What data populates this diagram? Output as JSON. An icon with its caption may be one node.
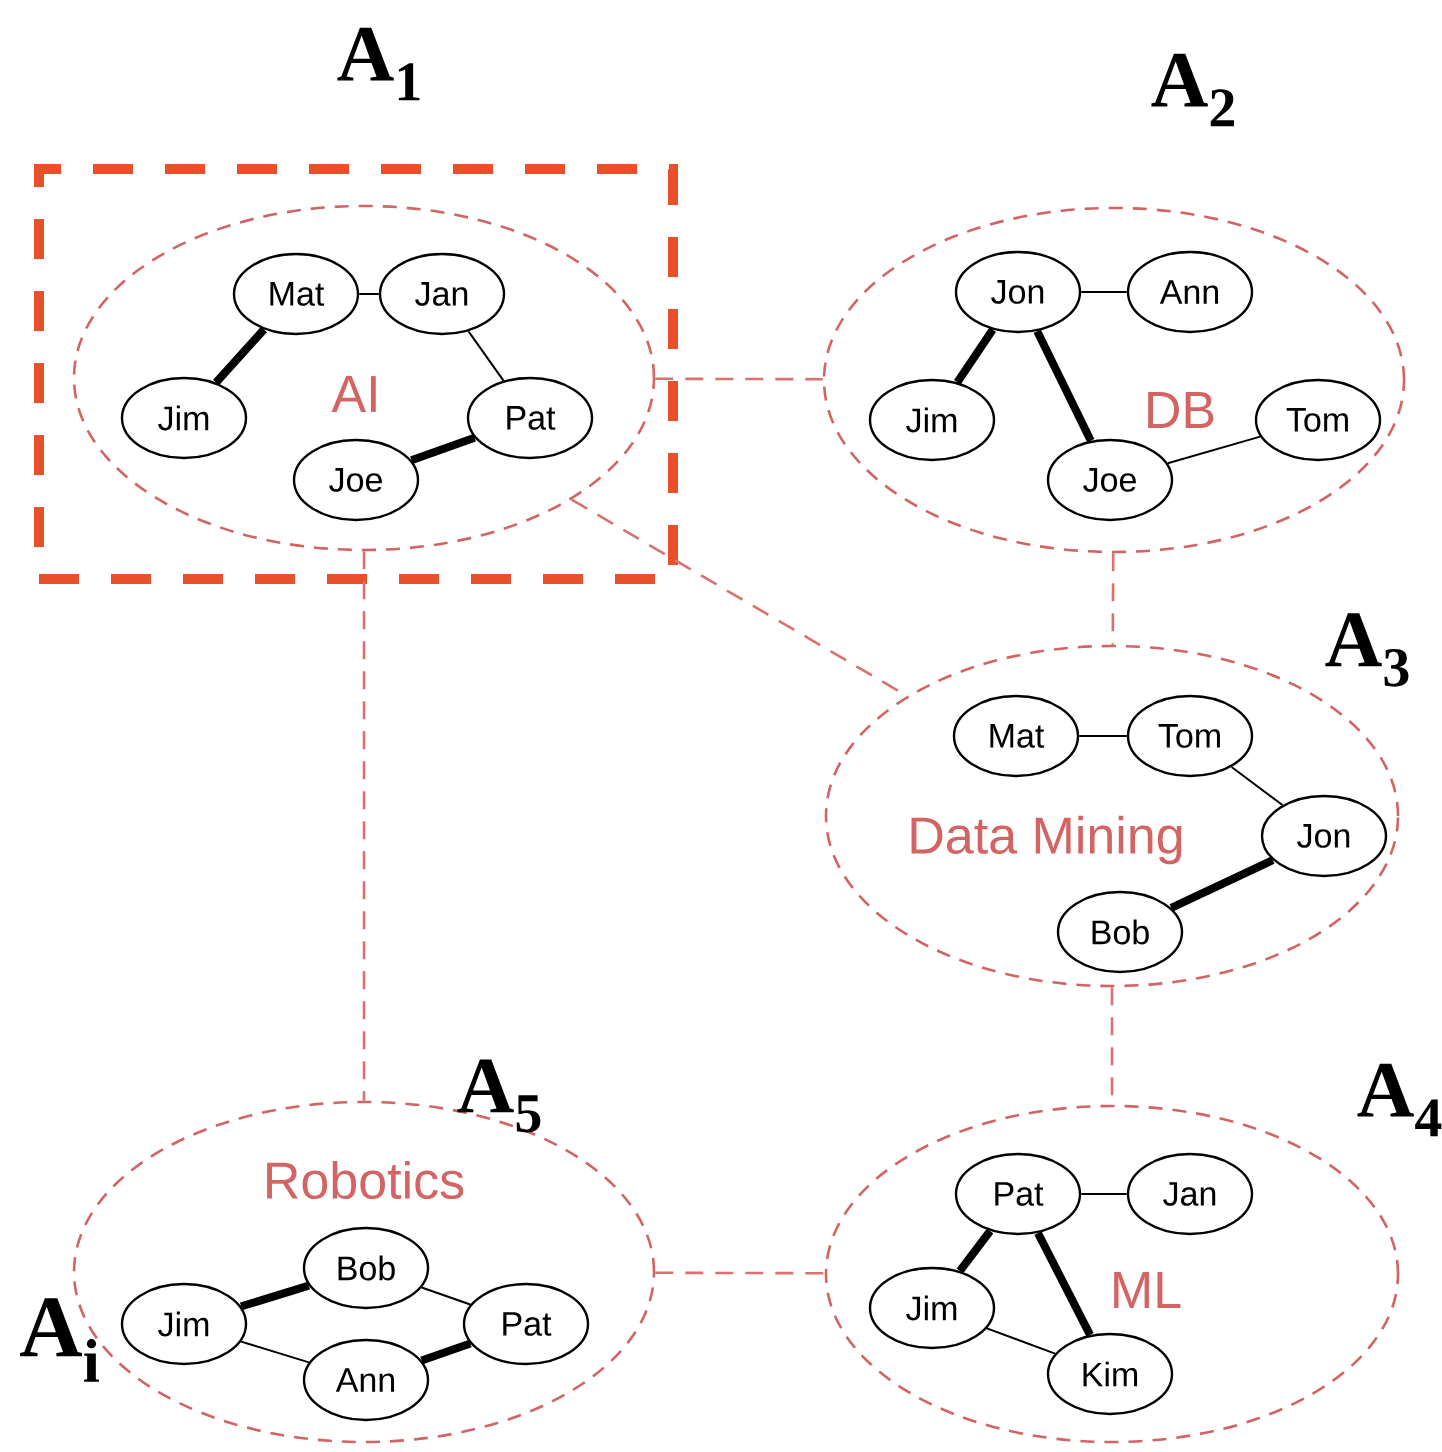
{
  "diagram": {
    "nodes": [
      {
        "text": [],
        "shape": "box"
      },
      {
        "text": [
          "AI"
        ],
        "in": 0,
        "beside": [
          "A$_{1}$"
        ]
      },
      {
        "text": [
          "Mat"
        ],
        "in": 1
      },
      {
        "text": [
          "Jan"
        ],
        "in": 1
      },
      {
        "text": [
          "Jim"
        ],
        "in": 1
      },
      {
        "text": [
          "Pat"
        ],
        "in": 1
      },
      {
        "text": [
          "Joe"
        ],
        "in": 1
      },
      {
        "text": [
          "DB"
        ],
        "beside": [
          "A$_{2}$"
        ]
      },
      {
        "text": [
          "Jon"
        ],
        "in": 7
      },
      {
        "text": [
          "Ann"
        ],
        "in": 7
      },
      {
        "text": [
          "Jim"
        ],
        "in": 7
      },
      {
        "text": [
          "Tom"
        ],
        "in": 7
      },
      {
        "text": [
          "Joe"
        ],
        "in": 7
      },
      {
        "text": [
          "Data Mining"
        ],
        "beside": [
          "A$_{3}$"
        ]
      },
      {
        "text": [
          "Mat"
        ],
        "in": 13
      },
      {
        "text": [
          "Tom"
        ],
        "in": 13
      },
      {
        "text": [
          "Jon"
        ],
        "in": 13
      },
      {
        "text": [
          "Bob"
        ],
        "in": 13
      },
      {
        "text": [
          "Robotics"
        ],
        "beside": [
          "A$_{5}$"
        ]
      },
      {
        "text": [
          "Bob"
        ],
        "in": 18
      },
      {
        "text": [
          "Jim"
        ],
        "in": 18
      },
      {
        "text": [
          "Pat"
        ],
        "in": 18
      },
      {
        "text": [
          "Ann"
        ],
        "in": 18
      },
      {
        "text": [
          "ML"
        ],
        "beside": [
          "A$_{4}$"
        ]
      },
      {
        "text": [
          "Pat"
        ],
        "in": 23
      },
      {
        "text": [
          "Jan"
        ],
        "in": 23
      },
      {
        "text": [
          "Jim"
        ],
        "in": 23
      },
      {
        "text": [
          "Kim"
        ],
        "in": 23
      }
    ],
    "edges": [
      {
        "from": 2,
        "to": 3,
        "arrow": "none"
      },
      {
        "from": 2,
        "to": 4,
        "arrow": "none",
        "style": "thick"
      },
      {
        "from": 3,
        "to": 5,
        "arrow": "none"
      },
      {
        "from": 5,
        "to": 6,
        "arrow": "none",
        "style": "thick"
      },
      {
        "from": 8,
        "to": 9,
        "arrow": "none"
      },
      {
        "from": 8,
        "to": 10,
        "arrow": "none",
        "style": "thick"
      },
      {
        "from": 8,
        "to": 12,
        "arrow": "none",
        "style": "thick"
      },
      {
        "from": 12,
        "to": 11,
        "arrow": "none"
      },
      {
        "from": 14,
        "to": 15,
        "arrow": "none"
      },
      {
        "from": 15,
        "to": 16,
        "arrow": "none"
      },
      {
        "from": 16,
        "to": 17,
        "arrow": "none",
        "style": "thick"
      },
      {
        "from": 20,
        "to": 19,
        "arrow": "none",
        "style": "thick"
      },
      {
        "from": 19,
        "to": 21,
        "arrow": "none"
      },
      {
        "from": 20,
        "to": 22,
        "arrow": "none"
      },
      {
        "from": 22,
        "to": 21,
        "arrow": "none",
        "style": "thick"
      },
      {
        "from": 24,
        "to": 25,
        "arrow": "none"
      },
      {
        "from": 24,
        "to": 26,
        "arrow": "none",
        "style": "thick"
      },
      {
        "from": 24,
        "to": 27,
        "arrow": "none",
        "style": "thick"
      },
      {
        "from": 26,
        "to": 27,
        "arrow": "none"
      },
      {
        "from": 1,
        "to": 7,
        "arrow": "none",
        "style": "dashed",
        "color": "#d9716e"
      },
      {
        "from": 1,
        "to": 13,
        "arrow": "none",
        "style": "dashed",
        "color": "#d9716e"
      },
      {
        "from": 1,
        "to": 18,
        "arrow": "none",
        "style": "dashed",
        "color": "#d9716e"
      },
      {
        "from": 7,
        "to": 13,
        "arrow": "none",
        "style": "dashed",
        "color": "#d9716e"
      },
      {
        "from": 13,
        "to": 23,
        "arrow": "none",
        "style": "dashed",
        "color": "#d9716e"
      },
      {
        "from": 18,
        "to": 23,
        "arrow": "none",
        "style": "dashed",
        "color": "#d9716e"
      }
    ],
    "labels": [
      "A$_{i}$"
    ]
  }
}
